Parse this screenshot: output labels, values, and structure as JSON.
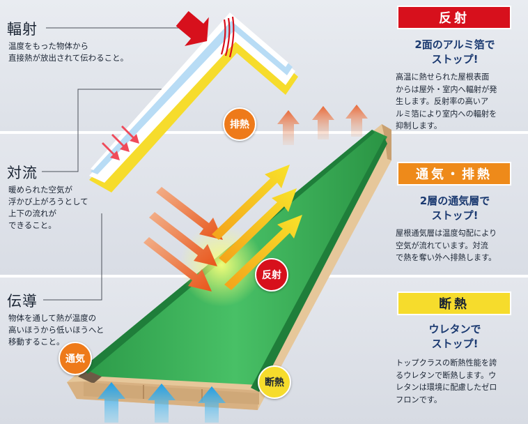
{
  "terms": {
    "radiation": {
      "title": "輻射",
      "desc": "温度をもった物体から\n直接熱が放出されて伝わること。"
    },
    "convection": {
      "title": "対流",
      "desc": "暖められた空気が\n浮かび上がろうとして\n上下の流れが\nできること。"
    },
    "conduction": {
      "title": "伝導",
      "desc": "物体を通して熱が温度の\n高いほうから低いほうへと\n移動すること。"
    }
  },
  "panels": {
    "reflection": {
      "tag": "反射",
      "headline": "2面のアルミ箔で\nストップ!",
      "body": "高温に熱せられた屋根表面\nからは屋外・室内へ輻射が発\n生します。反射率の高いア\nルミ箔により室内への輻射を\n抑制します。"
    },
    "ventilation": {
      "tag": "通気・排熱",
      "headline": "2層の通気層で\nストップ!",
      "body": "屋根通気層は温度勾配により\n空気が流れています。対流\nで熱を奪い外へ排熱します。"
    },
    "insulation": {
      "tag": "断熱",
      "headline": "ウレタンで\nストップ!",
      "body": "トップクラスの断熱性能を誇\nるウレタンで断熱します。ウ\nレタンは環境に配慮したゼロ\nフロンです。"
    }
  },
  "badges": {
    "exhaust": "排熱",
    "reflect": "反射",
    "vent": "通気",
    "insulate": "断熱"
  },
  "colors": {
    "red": "#d7101c",
    "orange": "#ee8a1a",
    "yellow": "#f6dc2c",
    "roof_green": "#2fa650",
    "headline_blue": "#1a3970"
  }
}
